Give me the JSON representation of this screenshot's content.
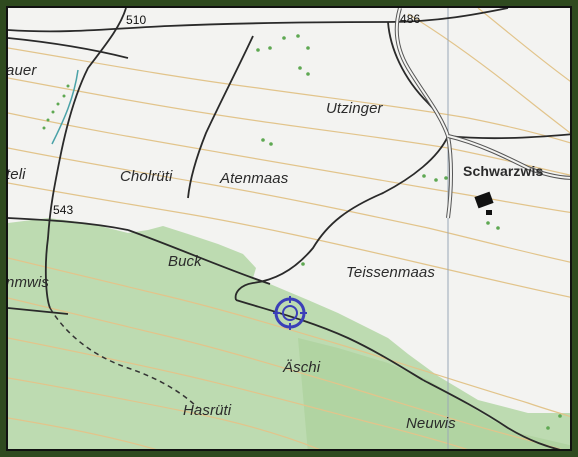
{
  "map": {
    "labels": {
      "auer": "auer",
      "teli": "teli",
      "cholruti": "Cholrüti",
      "atenmaas": "Atenmaas",
      "utzinger": "Utzinger",
      "schwarzwis": "Schwarzwis",
      "elev_510": "510",
      "elev_486": "486",
      "elev_543": "543",
      "buck": "Buck",
      "nmwis": "nmwis",
      "teissenmaas": "Teissenmaas",
      "aeschi": "Äschi",
      "hasruti": "Hasrüti",
      "neuwis": "Neuwis"
    },
    "marker_name": "location-target-icon"
  }
}
